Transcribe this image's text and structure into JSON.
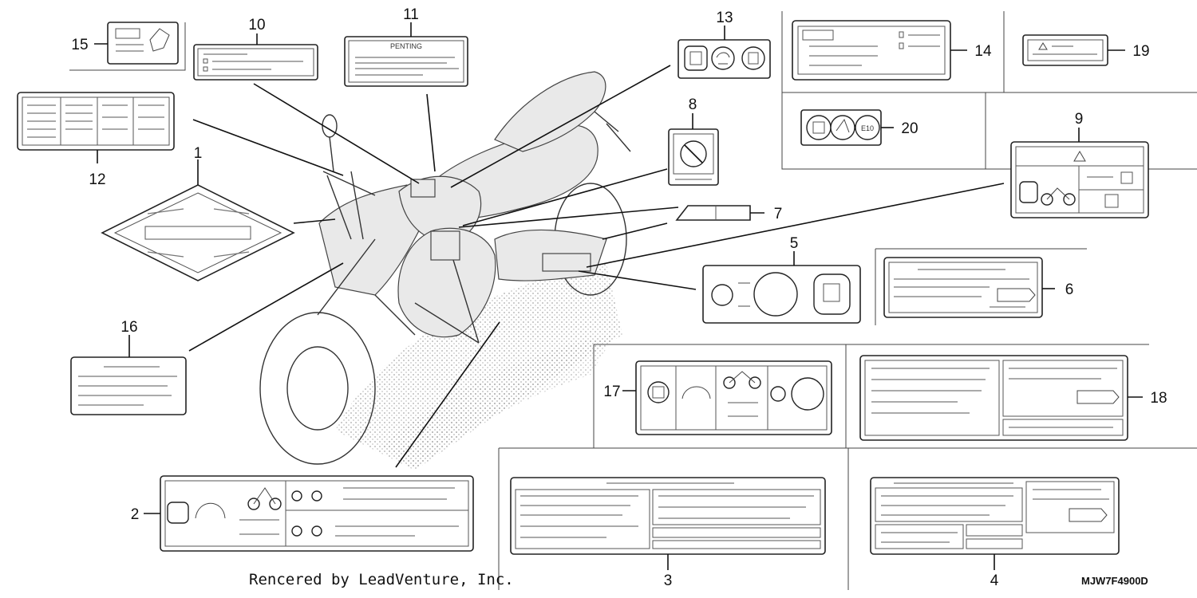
{
  "diagram": {
    "part_numbers": [
      "1",
      "2",
      "3",
      "4",
      "5",
      "6",
      "7",
      "8",
      "9",
      "10",
      "11",
      "12",
      "13",
      "14",
      "15",
      "16",
      "17",
      "18",
      "19",
      "20"
    ],
    "label_11_text": "PENTING",
    "label_20_text": "E10",
    "footer_credit": "Rencered by LeadVenture, Inc.",
    "diagram_code": "MJW7F4900D"
  }
}
